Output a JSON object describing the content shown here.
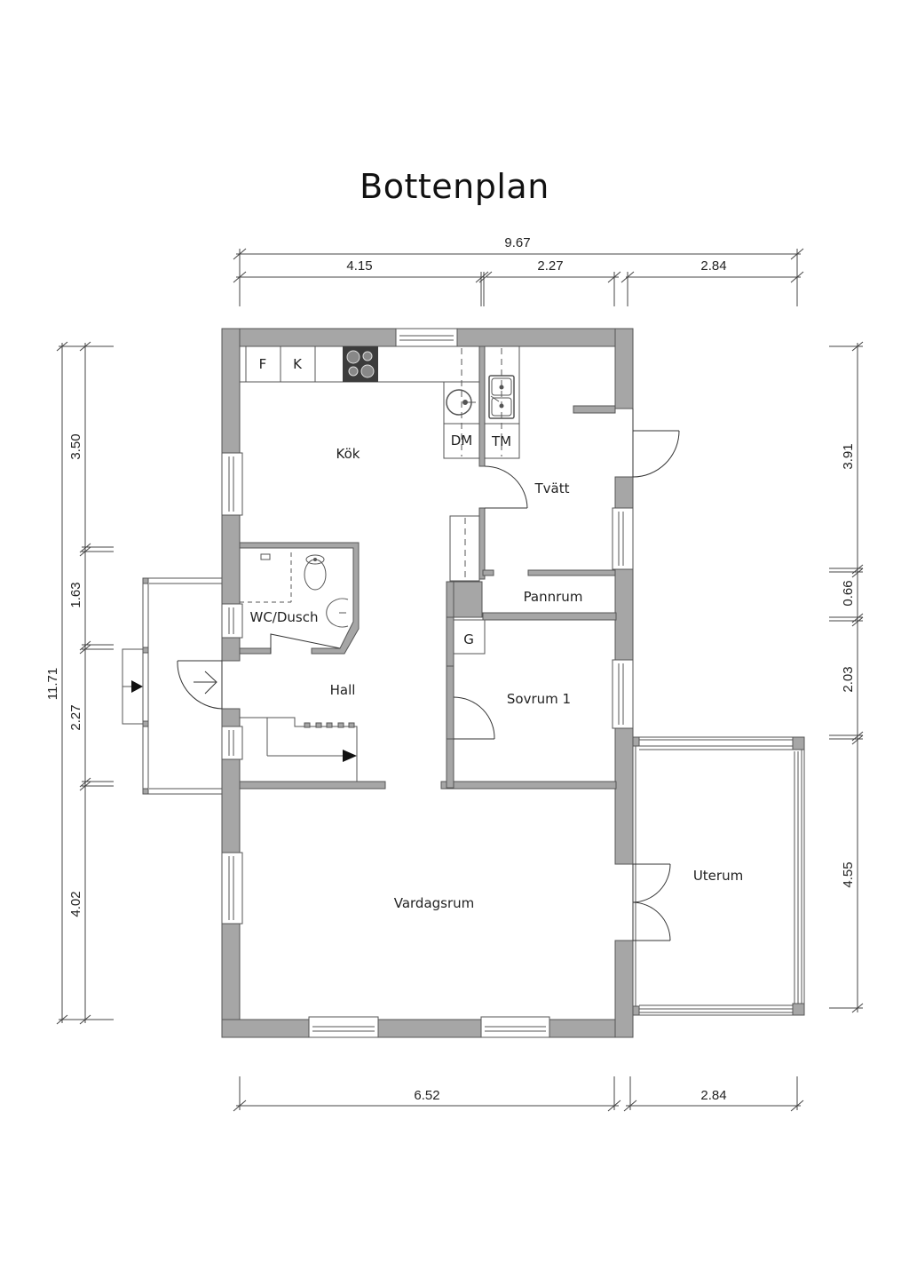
{
  "title": "Bottenplan",
  "colors": {
    "wall": "#a6a6a6",
    "wall_stroke": "#555555",
    "line": "#333333",
    "background": "#ffffff"
  },
  "dimensions": {
    "top_total": "9.67",
    "top_segments": [
      "4.15",
      "2.27",
      "2.84"
    ],
    "bottom_segments": [
      "6.52",
      "2.84"
    ],
    "left_total": "11.71",
    "left_segments": [
      "3.50",
      "1.63",
      "2.27",
      "4.02"
    ],
    "right_segments": [
      "3.91",
      "0.66",
      "2.03",
      "4.55"
    ]
  },
  "rooms": {
    "kok": "Kök",
    "tvatt": "Tvätt",
    "pannrum": "Pannrum",
    "wc": "WC/Dusch",
    "hall": "Hall",
    "sovrum": "Sovrum 1",
    "vardagsrum": "Vardagsrum",
    "uterum": "Uterum"
  },
  "fixtures": {
    "fridge": "F",
    "freezer": "K",
    "dishwasher": "DM",
    "washer": "TM",
    "wardrobe": "G"
  }
}
